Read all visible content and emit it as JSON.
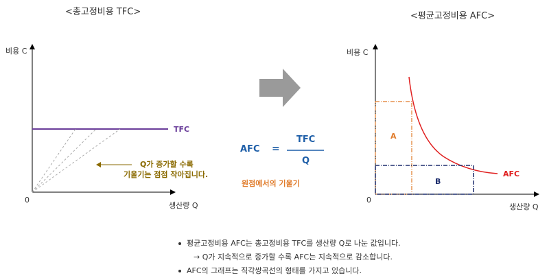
{
  "left": {
    "title": "<총고정비용 TFC>",
    "y_axis": "비용 C",
    "x_axis": "생산량 Q",
    "origin": "0",
    "curve_label": "TFC",
    "note_line1": "Q가 증가할 수록",
    "note_line2": "기울기는 점점 작아집니다."
  },
  "middle": {
    "formula_lhs": "AFC",
    "formula_eq": "=",
    "numerator": "TFC",
    "denominator": "Q",
    "caption": "원점에서의 기울기"
  },
  "right": {
    "title": "<평균고정비용 AFC>",
    "y_axis": "비용 C",
    "x_axis": "생산량 Q",
    "origin": "0",
    "curve_label": "AFC",
    "region_a": "A",
    "region_b": "B"
  },
  "bullets": {
    "b1": "평균고정비용 AFC는 총고정비용 TFC를 생산량 Q로 나눈 값입니다.",
    "b1_sub": "→ Q가 지속적으로 증가할 수록 AFC는 지속적으로 감소합니다.",
    "b2": "AFC의 그래프는 직각쌍곡선의 형태를 가지고 있습니다."
  },
  "colors": {
    "tfc": "#6a3d9a",
    "afc": "#e02020",
    "orange": "#e07b2a",
    "navy": "#1f2f6e",
    "arrow": "#9a9a9a"
  }
}
